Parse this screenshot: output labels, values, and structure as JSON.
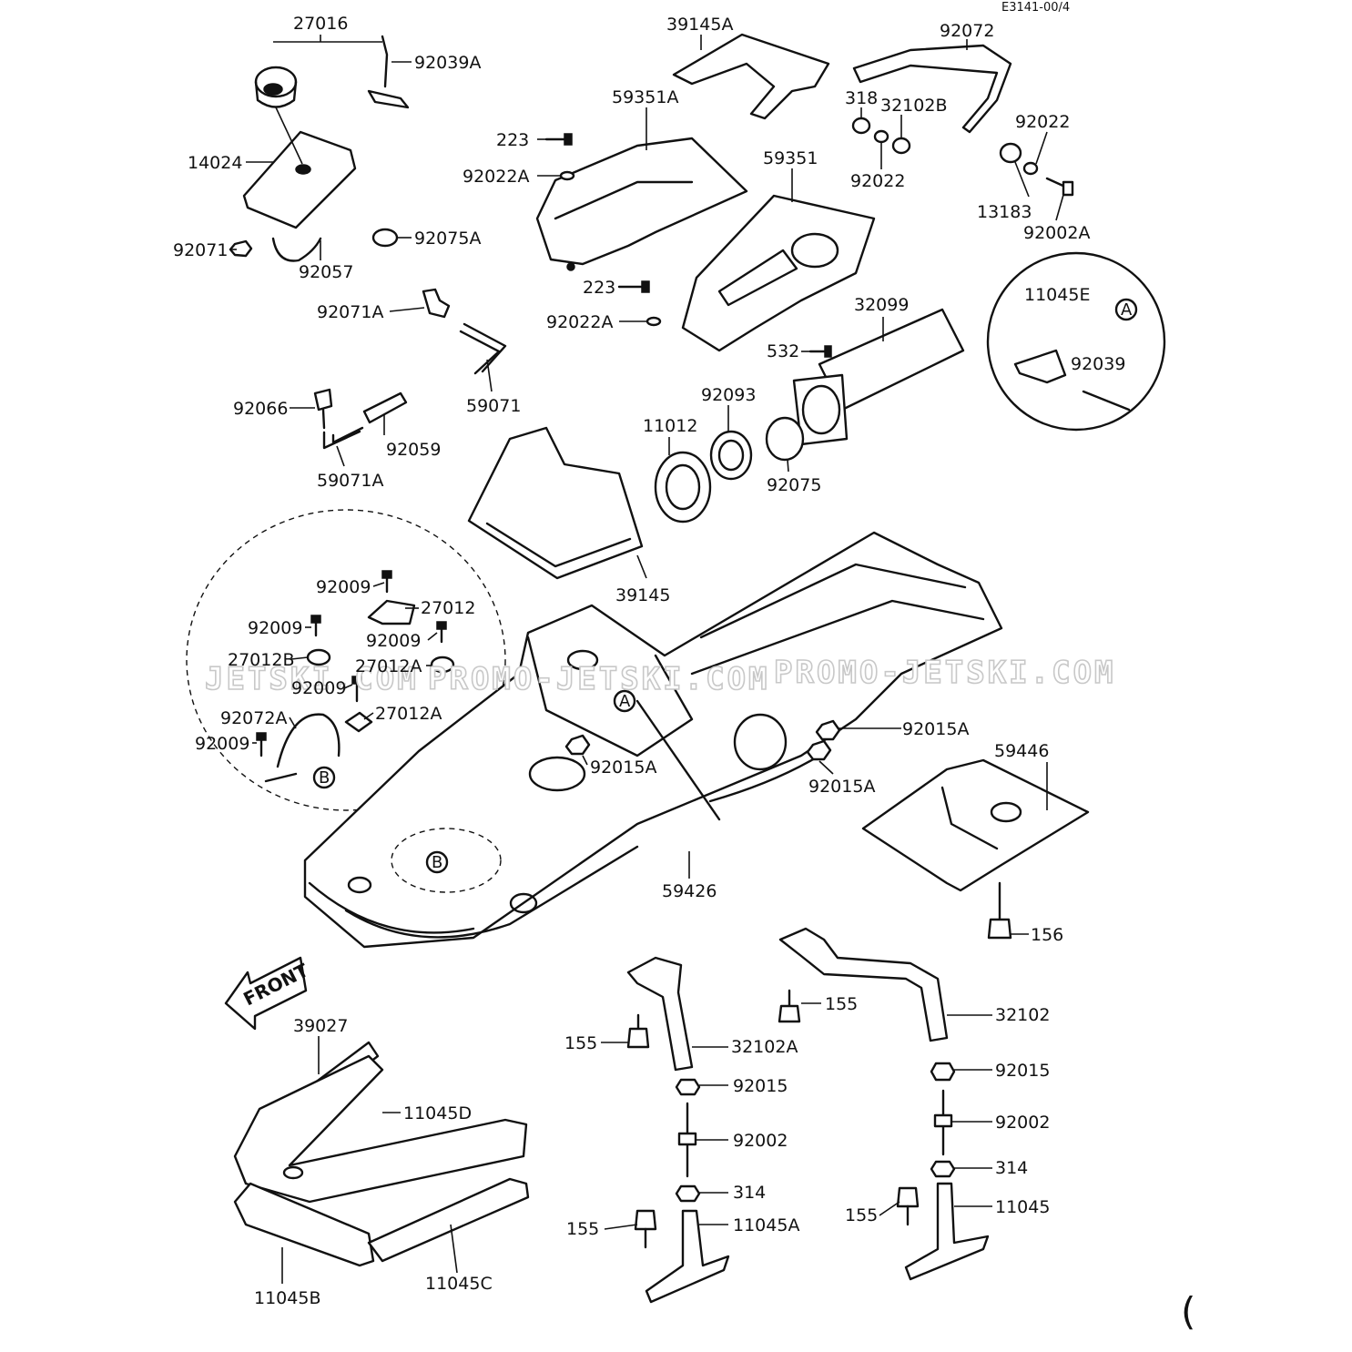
{
  "diagram": {
    "doc_code": "E3141-00/4",
    "front_label": "FRONT",
    "watermark_1": "JETSKI.COM",
    "watermark_2": "PROMO-JETSKI.COM",
    "watermark_3": "PROMO-JETSKI.COM",
    "detail_a": "A",
    "detail_b": "B",
    "hull_mark_a": "A",
    "hull_mark_b": "B",
    "corner_mark": "(",
    "labels": {
      "p27016": "27016",
      "p92039A": "92039A",
      "p14024": "14024",
      "p92071": "92071",
      "p92057": "92057",
      "p92075A": "92075A",
      "p92071A": "92071A",
      "p59071": "59071",
      "p92066": "92066",
      "p92059": "92059",
      "p59071A": "59071A",
      "p39145A": "39145A",
      "p59351A": "59351A",
      "p223a": "223",
      "p92022Aa": "92022A",
      "p59351": "59351",
      "p223b": "223",
      "p92022Ab": "92022A",
      "p92072": "92072",
      "p318": "318",
      "p32102B": "32102B",
      "p92022a": "92022",
      "p92022b": "92022",
      "p13183": "13183",
      "p92002A": "92002A",
      "p32099": "32099",
      "p532": "532",
      "p11045E": "11045E",
      "p92039": "92039",
      "p92093": "92093",
      "p11012": "11012",
      "p92075": "92075",
      "p39145": "39145",
      "p92009a": "92009",
      "p27012": "27012",
      "p92009b": "92009",
      "p92009c": "92009",
      "p27012B": "27012B",
      "p27012Aa": "27012A",
      "p92009d": "92009",
      "p92072A": "92072A",
      "p27012Ab": "27012A",
      "p92009e": "92009",
      "p92015Aa": "92015A",
      "p92015Ab": "92015A",
      "p92015Ac": "92015A",
      "p59446": "59446",
      "p59426": "59426",
      "p156": "156",
      "p155a": "155",
      "p32102": "32102",
      "p155b": "155",
      "p32102A": "32102A",
      "p92015a": "92015",
      "p92015b": "92015",
      "p92002a": "92002",
      "p92002b": "92002",
      "p314a": "314",
      "p314b": "314",
      "p155c": "155",
      "p11045A": "11045A",
      "p155d": "155",
      "p11045": "11045",
      "p39027": "39027",
      "p11045D": "11045D",
      "p11045B": "11045B",
      "p11045C": "11045C"
    }
  }
}
